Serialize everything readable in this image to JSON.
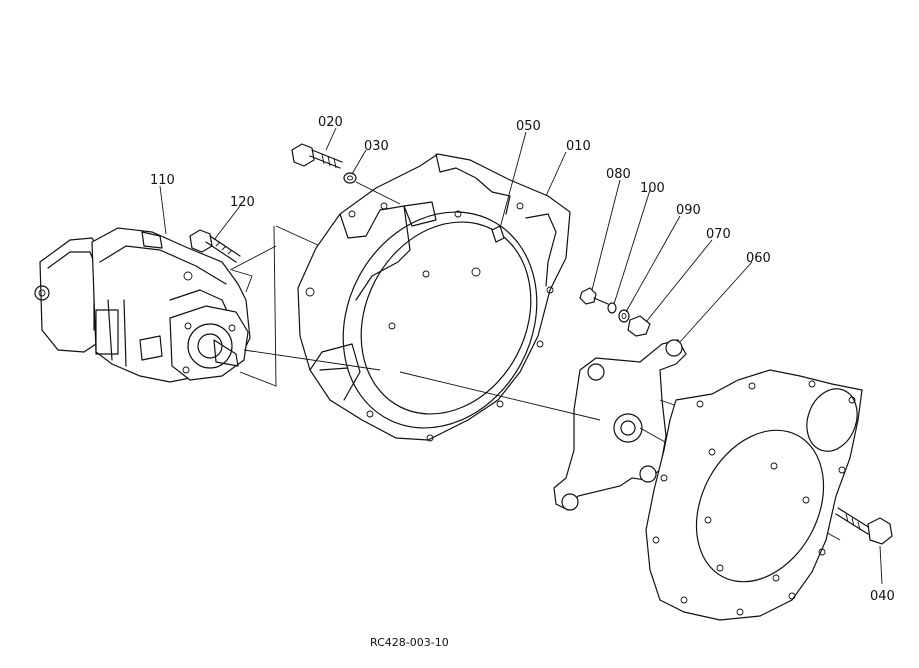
{
  "callouts": [
    {
      "id": "010",
      "label": "010"
    },
    {
      "id": "020",
      "label": "020"
    },
    {
      "id": "030",
      "label": "030"
    },
    {
      "id": "040",
      "label": "040"
    },
    {
      "id": "050",
      "label": "050"
    },
    {
      "id": "060",
      "label": "060"
    },
    {
      "id": "070",
      "label": "070"
    },
    {
      "id": "080",
      "label": "080"
    },
    {
      "id": "090",
      "label": "090"
    },
    {
      "id": "100",
      "label": "100"
    },
    {
      "id": "110",
      "label": "110"
    },
    {
      "id": "120",
      "label": "120"
    }
  ],
  "drawing_code": "RC428-003-10",
  "colors": {
    "ink": "#111111",
    "paper": "#ffffff"
  }
}
